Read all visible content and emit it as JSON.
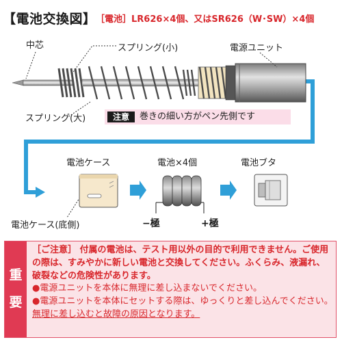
{
  "title": {
    "main": "【電池交換図】",
    "spec": "［電池］LR626×4個、又はSR626（W･SW）×4個"
  },
  "labels": {
    "core": "中芯",
    "spring_small": "スプリング(小)",
    "battery_unit": "電源ユニット",
    "spring_large": "スプリング(大)",
    "caution_tag": "注意",
    "caution_text": "巻きの細い方がペン先側です",
    "battery_case": "電池ケース",
    "batteries": "電池×4個",
    "battery_lid": "電池ブタ",
    "case_bottom": "電池ケース(底側)",
    "minus_pole": "−極",
    "plus_pole": "+極"
  },
  "warning": {
    "side": [
      "重",
      "要"
    ],
    "p1": "［ご注意］ 付属の電池は、テスト用以外の目的で利用できません。ご使用の際は、すみやかに新しい電池と交換してください。ふくらみ、液漏れ、破裂などの危険性があります。",
    "p2": "●電源ユニットを本体に無理に差し込まないでください。",
    "p3a": "●電源ユニットを本体にセットする際は、ゆっくりと差し込んでください。",
    "p3b": "無理に差し込むと故障の原因となります。"
  },
  "colors": {
    "accent_red": "#d8262b",
    "flow_blue": "#2f9fd8",
    "caution_pink": "#fbdde8",
    "warning_bg": "#fbe3e7"
  }
}
